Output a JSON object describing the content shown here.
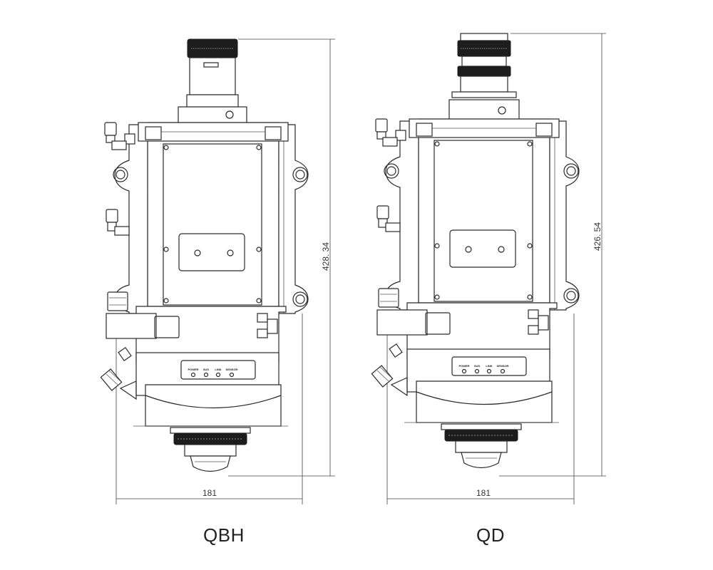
{
  "drawings": [
    {
      "id": "qbh",
      "caption": "QBH",
      "height_dimension": "428. 34",
      "width_dimension": "181",
      "indicator_labels": [
        "POWER",
        "SUS",
        "LINK",
        "SENSOR"
      ]
    },
    {
      "id": "qd",
      "caption": "QD",
      "height_dimension": "426. 54",
      "width_dimension": "181",
      "indicator_labels": [
        "POWER",
        "SUS",
        "LINK",
        "SENSOR"
      ]
    }
  ],
  "colors": {
    "line": "#2a2a2a",
    "dark_ring": "#1d1d1d",
    "background": "#ffffff"
  }
}
